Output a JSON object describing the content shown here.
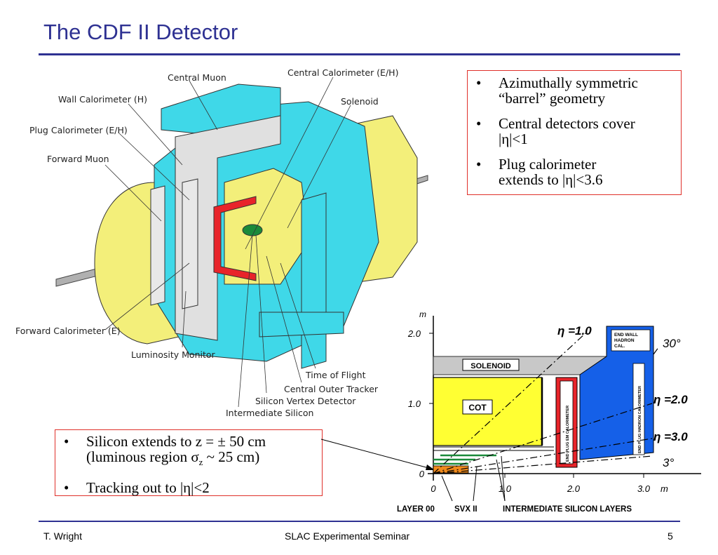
{
  "slide": {
    "title": "The CDF II Detector",
    "footer_left": "T. Wright",
    "footer_center": "SLAC Experimental Seminar",
    "footer_right": "5"
  },
  "bullets_top": [
    {
      "lines": [
        "Azimuthally symmetric",
        "“barrel” geometry"
      ]
    },
    {
      "lines": [
        "Central detectors cover",
        "|η|<1"
      ]
    },
    {
      "lines": [
        "Plug calorimeter",
        "extends to |η|<3.6"
      ]
    }
  ],
  "bullets_bottom": [
    {
      "l1": "Silicon extends to z = ± 50 cm",
      "l2a": "(luminous region σ",
      "l2sub": "z",
      "l2b": " ~ 25 cm)"
    },
    {
      "l1": "Tracking out to |η|<2"
    }
  ],
  "detector_labels": {
    "central_muon": "Central Muon",
    "central_calorimeter": "Central Calorimeter (E/H)",
    "wall_calorimeter": "Wall Calorimeter  (H)",
    "solenoid": "Solenoid",
    "plug_calorimeter": "Plug Calorimeter (E/H)",
    "forward_muon": "Forward Muon",
    "forward_calorimeter": "Forward Calorimeter (E)",
    "luminosity_monitor": "Luminosity Monitor",
    "time_of_flight": "Time of Flight",
    "central_outer_tracker": "Central Outer Tracker",
    "silicon_vertex_detector": "Silicon Vertex Detector",
    "intermediate_silicon": "Intermediate Silicon"
  },
  "quadrant_diagram": {
    "axis_unit": "m",
    "y_ticks": [
      "2.0",
      "1.0",
      "0"
    ],
    "x_ticks": [
      "0",
      "1.0",
      "2.0",
      "3.0"
    ],
    "x_unit": "m",
    "solenoid": "SOLENOID",
    "cot": "COT",
    "end_wall": [
      "END WALL",
      "HADRON",
      "CAL."
    ],
    "end_plug_em": "END PLUG EM CALORIMETER",
    "end_plug_hadron": "END PLUG HADRON CALORIMETER",
    "eta_lines": [
      {
        "label": "η =1.0"
      },
      {
        "label": "η =2.0"
      },
      {
        "label": "η =3.0"
      }
    ],
    "angle_30": "30°",
    "angle_3": "3°",
    "bottom_labels": {
      "layer00": "LAYER 00",
      "svx": "SVX II",
      "isl": "INTERMEDIATE SILICON LAYERS"
    },
    "colors": {
      "solenoid": "#c8c8c8",
      "cot": "#ffff33",
      "em": "#e8242a",
      "hadron": "#1560e8",
      "layer00": "#f08a1c",
      "svx": "#1a8a3a"
    }
  }
}
